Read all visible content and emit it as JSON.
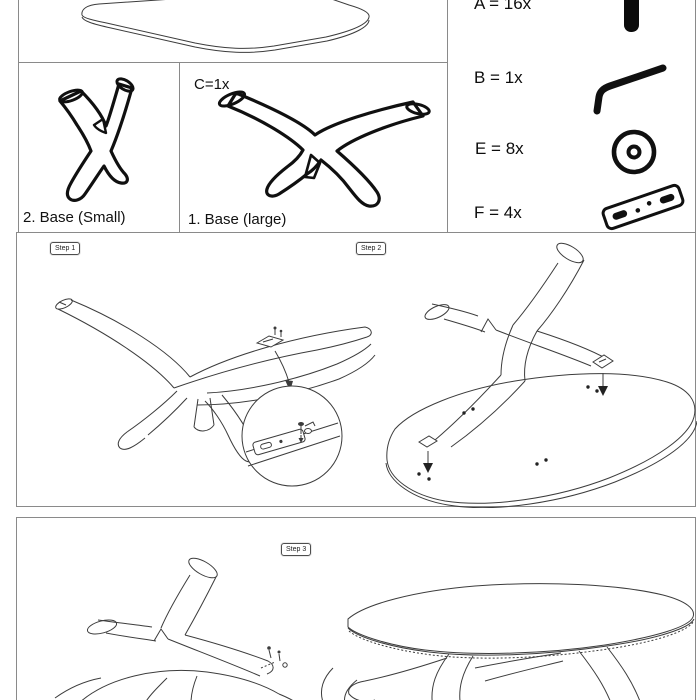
{
  "page": {
    "background": "#ffffff",
    "panel_border_color": "#8a8a8a",
    "ink_color": "#101010",
    "lineart_color": "#3c3c3c"
  },
  "overview_panels": {
    "small_base_label": "2. Base (Small)",
    "large_base_quantity": "C=1x",
    "large_base_label": "1. Base (large)"
  },
  "hardware_list": {
    "items": [
      {
        "code": "A",
        "label": "A = 16x",
        "icon": "hex-bolt-icon"
      },
      {
        "code": "B",
        "label": "B = 1x",
        "icon": "allen-key-icon"
      },
      {
        "code": "E",
        "label": "E = 8x",
        "icon": "washer-icon"
      },
      {
        "code": "F",
        "label": "F = 4x",
        "icon": "bracket-plate-icon"
      }
    ]
  },
  "steps": {
    "step1_label": "Step 1",
    "step2_label": "Step 2",
    "step3_label": "Step 3"
  }
}
